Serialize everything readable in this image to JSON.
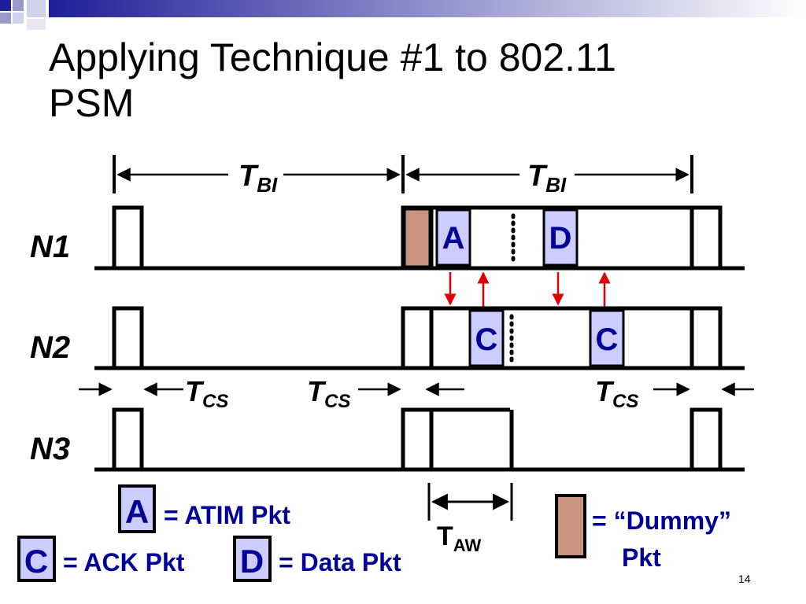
{
  "slide": {
    "title_line1": "Applying Technique #1 to 802.11",
    "title_line2": "PSM",
    "page_number": "14"
  },
  "labels": {
    "tbi_main": "T",
    "tbi_sub": "BI",
    "tcs_main": "T",
    "tcs_sub": "CS",
    "taw_main": "T",
    "taw_sub": "AW",
    "node1": "N1",
    "node2": "N2",
    "node3": "N3"
  },
  "packets": {
    "atim": "A",
    "ack": "C",
    "data": "D"
  },
  "legend": {
    "atim_text": "= ATIM Pkt",
    "ack_text": "= ACK Pkt",
    "data_text": "= Data Pkt",
    "dummy_text_line1": "= “Dummy”",
    "dummy_text_line2": "Pkt"
  },
  "colors": {
    "packet_fill": "#ccccff",
    "packet_text": "#000099",
    "dummy_fill": "#c89480",
    "arrow_red": "#e00000",
    "title_bullet_blue": "#1f1f99"
  }
}
